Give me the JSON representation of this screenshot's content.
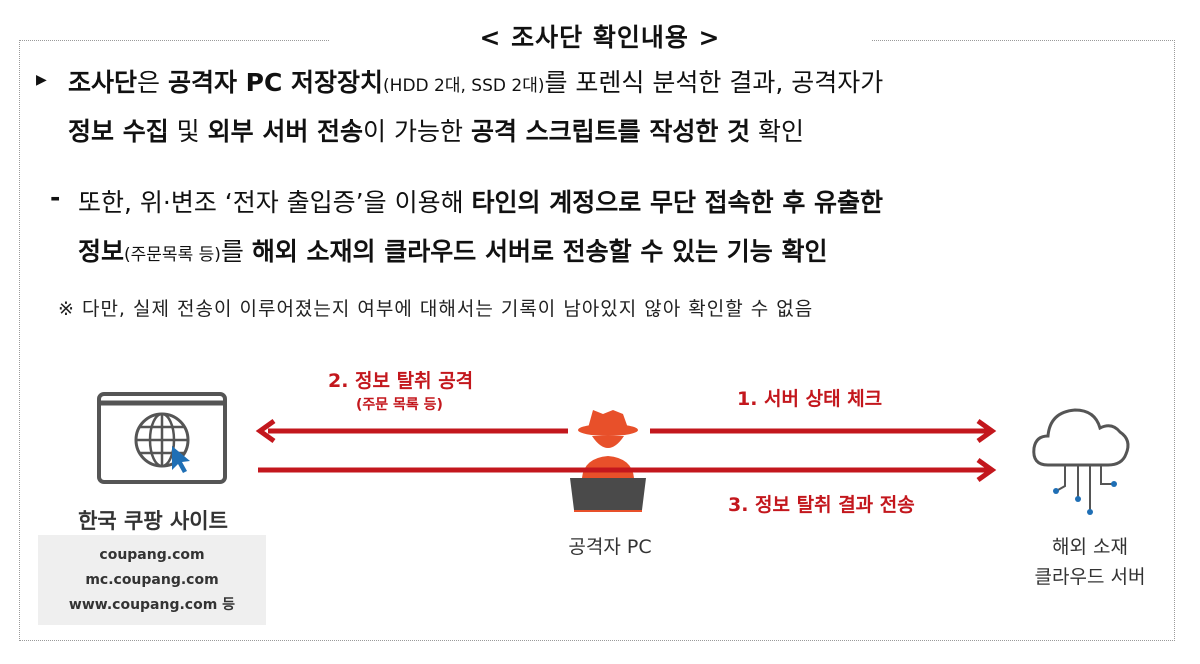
{
  "title": "< 조사단 확인내용 >",
  "bullet_icon": "triangle-right-icon",
  "paragraph1": {
    "line1": [
      {
        "text": "조사단",
        "bold": true
      },
      {
        "text": "은 ",
        "bold": false
      },
      {
        "text": "공격자 PC 저장장치",
        "bold": true
      },
      {
        "text": "(HDD 2대, SSD 2대)",
        "small": true
      },
      {
        "text": "를 포렌식 분석한 결과, 공격자가",
        "bold": false
      }
    ],
    "line2": [
      {
        "text": "정보 수집",
        "bold": true
      },
      {
        "text": " 및 ",
        "bold": false
      },
      {
        "text": "외부 서버 전송",
        "bold": true
      },
      {
        "text": "이 가능한 ",
        "bold": false
      },
      {
        "text": "공격 스크립트를 작성한 것",
        "bold": true
      },
      {
        "text": " 확인",
        "bold": false
      }
    ]
  },
  "paragraph2": {
    "dash": "-",
    "line1": [
      {
        "text": "또한, 위·변조 ‘전자 출입증’을 이용해 ",
        "bold": false
      },
      {
        "text": "타인의 계정으로 무단 접속한 후 유출한",
        "bold": true
      }
    ],
    "line2": [
      {
        "text": "정보",
        "bold": true
      },
      {
        "text": "(주문목록 등)",
        "small": true
      },
      {
        "text": "를 ",
        "bold": false
      },
      {
        "text": "해외 소재의 클라우드 서버로 전송할 수 있는 기능 확인",
        "bold": true
      }
    ]
  },
  "note": "※ 다만, 실제 전송이 이루어졌는지 여부에 대해서는 기록이 남아있지 않아 확인할 수 없음",
  "diagram": {
    "arrow_color": "#c3171d",
    "hacker_color": "#e8502a",
    "arrow2_label": "2. 정보 탈취 공격",
    "arrow2_sublabel": "(주문 목록 등)",
    "arrow1_label": "1. 서버 상태 체크",
    "arrow3_label": "3. 정보 탈취 결과 전송",
    "site_label": "한국 쿠팡 사이트",
    "site_domains": [
      "coupang.com",
      "mc.coupang.com",
      "www.coupang.com 등"
    ],
    "attacker_label": "공격자 PC",
    "cloud_label_line1": "해외 소재",
    "cloud_label_line2": "클라우드 서버",
    "icons": [
      "browser-globe-icon",
      "hacker-pc-icon",
      "cloud-server-icon"
    ]
  }
}
